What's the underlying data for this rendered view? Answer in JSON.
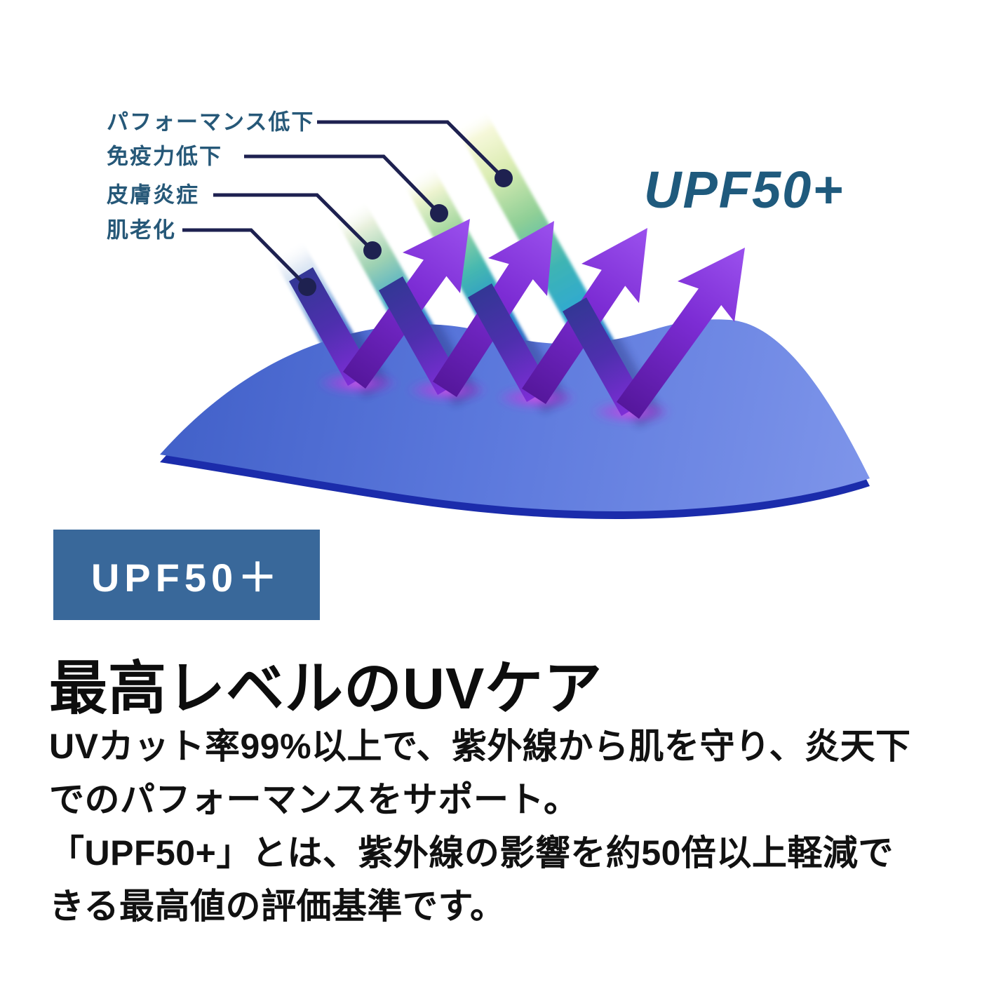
{
  "illustration": {
    "labels": [
      {
        "text": "パフォーマンス低下"
      },
      {
        "text": "免疫力低下"
      },
      {
        "text": "皮膚炎症"
      },
      {
        "text": "肌老化"
      }
    ],
    "watermark": "UPF50+"
  },
  "badge": {
    "label": "UPF50＋"
  },
  "heading": "最高レベルのUVケア",
  "paragraphs": [
    {
      "lines": [
        "UVカット率99%以上で、紫外線から肌を守り、炎天下",
        "でのパフォーマンスをサポート。"
      ]
    },
    {
      "lines": [
        "「UPF50+」とは、紫外線の影響を約50倍以上軽減で",
        "きる最高値の評価基準です。"
      ]
    }
  ],
  "colors": {
    "badge-bg": "#39689a",
    "label-text": "#265878",
    "connector": "#1e2150",
    "watermark": "#1f5a7d",
    "heading-text": "#0d0d0d",
    "body-text": "#111111",
    "fabric-blue": "#5b78dc",
    "fabric-edge": "#1b2cab",
    "uv-purple": "#7d2ed6",
    "beam-green": "#8fcf96",
    "beam-cyan": "#2fa8d4",
    "background": "#ffffff"
  }
}
